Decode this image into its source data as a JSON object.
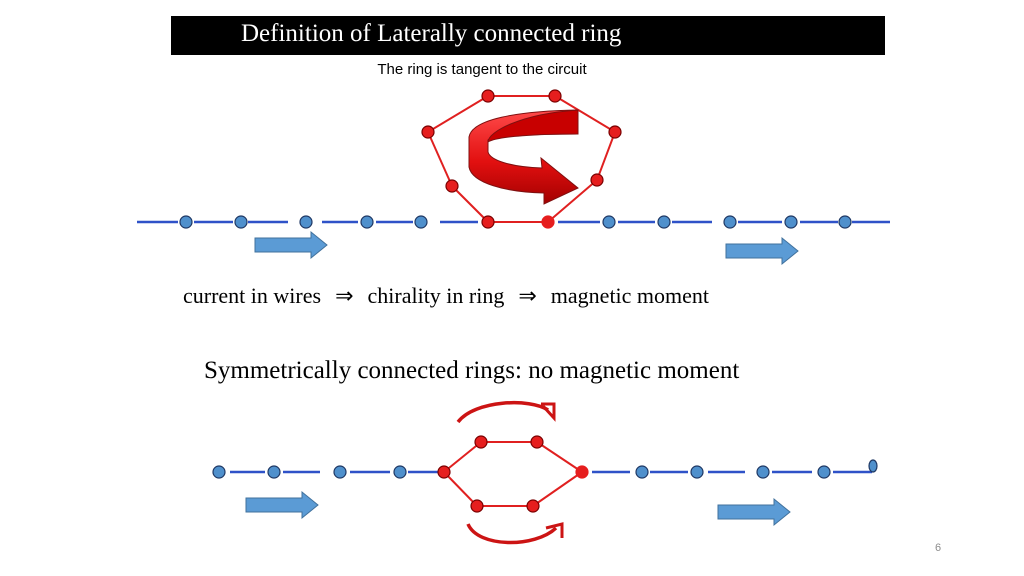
{
  "slide": {
    "title": "Definition of  Laterally connected ring",
    "subtitle": "The ring is tangent to the circuit",
    "caption_1": {
      "part1": "current in wires",
      "arrow1": "⇒",
      "part2": "chirality in ring",
      "arrow2": "⇒",
      "part3": "magnetic moment"
    },
    "caption_2": "Symmetrically connected rings: no magnetic moment",
    "page_number": "6"
  },
  "colors": {
    "wire": "#2f52c8",
    "blue_node": "#4f90cc",
    "red_node": "#e61e1e",
    "ring_line": "#e02020",
    "current_arrow": "#5b9bd5",
    "chirality_arrow": "#e31010"
  },
  "icons": {
    "current_arrow": "right-arrow-icon",
    "chirality_arrow": "curved-arrow-icon"
  }
}
